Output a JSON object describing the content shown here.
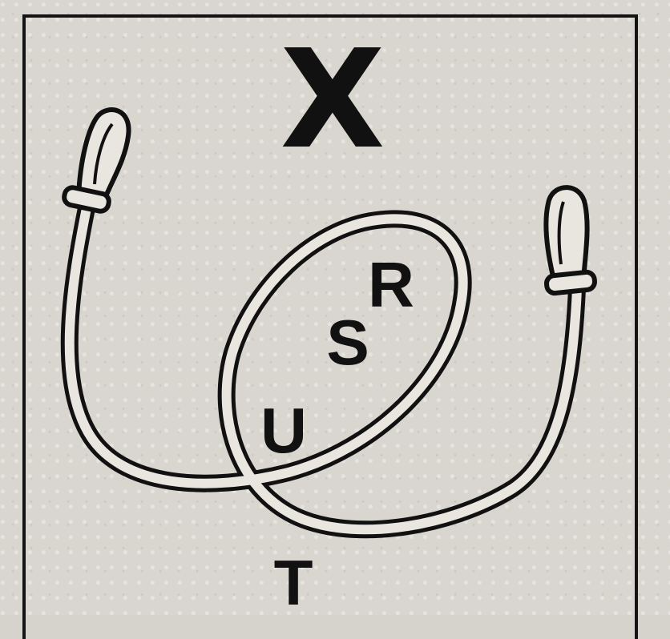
{
  "labels": {
    "x": "X",
    "r": "R",
    "s": "S",
    "u": "U",
    "t": "T"
  },
  "icons": [
    "jump-rope-icon",
    "handle-icon"
  ],
  "colors": {
    "ink": "#111111",
    "paper": "#d9d6cf",
    "rope_fill": "#e9e6df"
  }
}
